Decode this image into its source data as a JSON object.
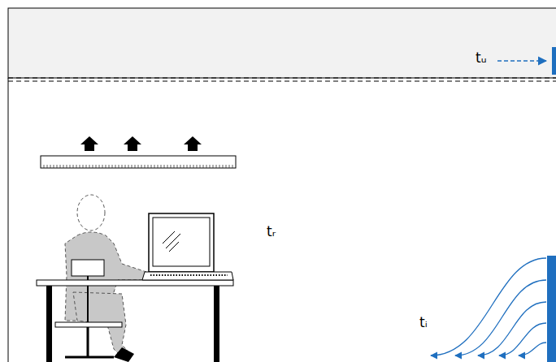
{
  "diagram": {
    "labels": [
      "tᵤ",
      "tᵣ",
      "tᵢ"
    ]
  }
}
